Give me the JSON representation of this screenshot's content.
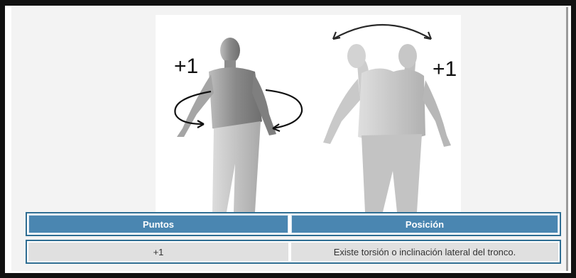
{
  "figure": {
    "left_label": "+1",
    "right_label": "+1"
  },
  "table": {
    "headers": [
      "Puntos",
      "Posición"
    ],
    "rows": [
      [
        "+1",
        "Existe torsión o inclinación lateral del tronco."
      ]
    ]
  },
  "colors": {
    "header_bg": "#4a86b1",
    "row_bg": "#e0e0e0",
    "border": "#2f6e93"
  }
}
